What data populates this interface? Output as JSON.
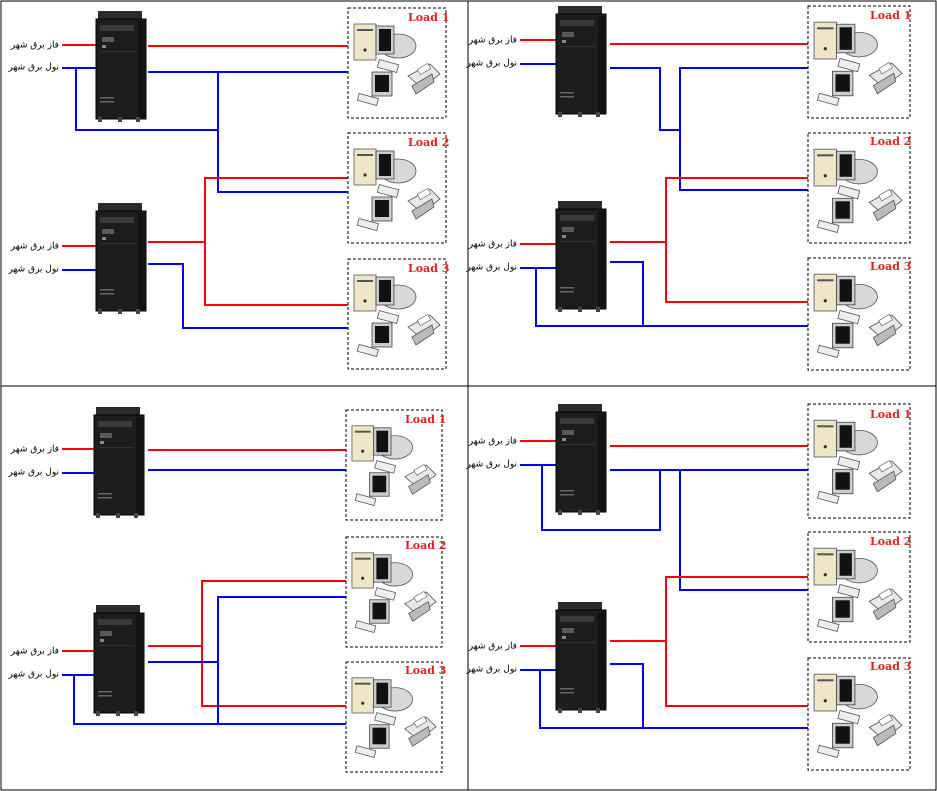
{
  "colors": {
    "phase": "#ff0000",
    "neutral": "#0000ff",
    "load_label": "#e02020",
    "border": "#000000"
  },
  "labels": {
    "phase": "فاز برق شهر",
    "neutral": "نول برق شهر"
  },
  "loads": [
    "Load 1",
    "Load 2",
    "Load 3"
  ],
  "icons": [
    "ups-cabinet-icon",
    "computer-workstation-icon",
    "printer-icon",
    "keyboard-icon",
    "monitor-icon"
  ],
  "panels": [
    {
      "id": "top-left",
      "ups_count": 2
    },
    {
      "id": "top-right",
      "ups_count": 2
    },
    {
      "id": "bottom-left",
      "ups_count": 2
    },
    {
      "id": "bottom-right",
      "ups_count": 2
    }
  ]
}
